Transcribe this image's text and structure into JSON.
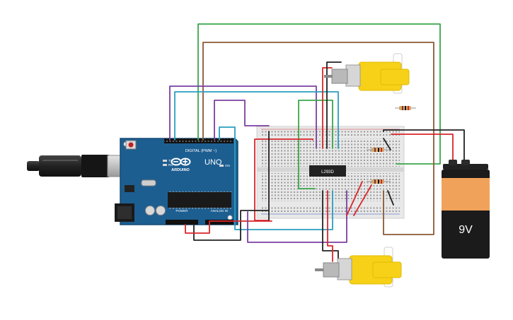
{
  "arduino": {
    "brand": "ARDUINO",
    "model": "UNO",
    "header_digital": "DIGITAL (PWM ~)",
    "header_power": "POWER",
    "header_analog": "ANALOG IN",
    "tx": "TX",
    "rx": "RX",
    "on": "ON"
  },
  "driver_ic": {
    "label": "L293D"
  },
  "battery": {
    "label": "9V"
  },
  "colors": {
    "board": "#1d5e91",
    "breadboard": "#e8e8e8",
    "motor_yellow": "#f7d117",
    "battery_orange": "#f0a25a",
    "battery_black": "#1b1b1b",
    "wire_red": "#d9262a",
    "wire_black": "#222222",
    "wire_green": "#3aa64a",
    "wire_brown": "#8b5a35",
    "wire_purple": "#7b3fa0",
    "wire_blue": "#2a9ec0"
  }
}
